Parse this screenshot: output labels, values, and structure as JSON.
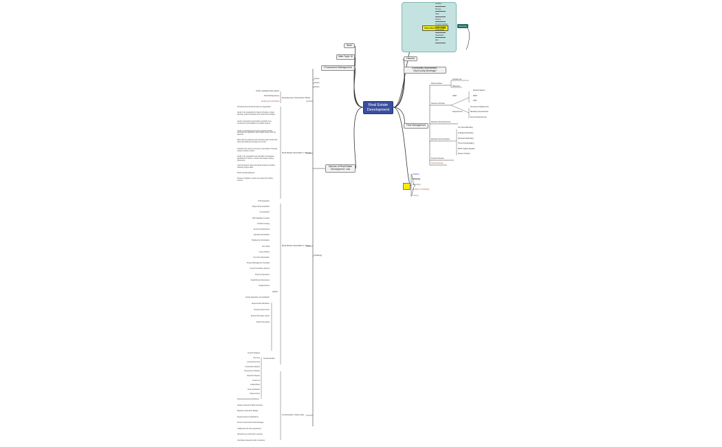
{
  "central": "Real Estate Development",
  "right": {
    "misc": "Miscellaneous Duties",
    "misc_items": [
      "Activities",
      "Process",
      "Office",
      "Finance",
      "Program Facilities",
      "Organization",
      "Stakeholder",
      "Misc"
    ],
    "summary": "Summary",
    "harvest": "Harvest",
    "community": "Community Involvement - City/County Meetings?",
    "time": "Time Management",
    "time_groups": [
      "Define Activities",
      "Sequence Activities",
      "Estimate Activity Resources",
      "Estimate Activity Durations",
      "Develop Schedule",
      "Control Schedule"
    ],
    "time_sub1": [
      "Activities List",
      "Milestones"
    ],
    "time_sub2": [
      "Network diagram",
      "PERT",
      "CPM",
      "GERT",
      "Precedence Diagramming",
      "Dependencies",
      "Mandatory Dependencies",
      "External Dependencies"
    ],
    "time_sub3": [
      "One Point Estimating",
      "Analogous Estimating",
      "Parametric Estimating",
      "Three Point Estimating",
      "PERT Analysis Equation",
      "Reserve Analysis"
    ],
    "legend": [
      "Initiating",
      "Planning",
      "Executing",
      "Monitor & Controlling",
      "Closing"
    ]
  },
  "left": {
    "work": "Work",
    "main_topic": "Main Topic 10",
    "procurement": "Procurement Management",
    "director": "Director of Real Estate Development: Lisa",
    "proj_labels": [
      "Project",
      "Project",
      "Project"
    ],
    "strategy": "Strategy",
    "dev_tech": "Development Technician: Brian",
    "dev_items": [
      "Perform Qualitative Risk Analysis",
      "Plan Risk Responses",
      "Identify and Control Risks"
    ],
    "lisa_branch": "Real Estate Specialist 1: Bonnie",
    "lisa_items": [
      "Provide Environmental Reviews for organization",
      "Assist in the preparation of project schedules, project planning, project description and construction budgets",
      "Assist in preparing and providing oversight of pre-construction and feasibility for possible projects",
      "Assist in preparing and ensuring complete funding proposals and application with multiple lenders and city agencies",
      "Work with the architects and contractors with construction plans and drawings and apply for permits",
      "Conducts site visits as necessary; track status of housing projects, prepare reports",
      "Assist in the preparation and submittal of competitive applications to finance, monitor and prepare funding documents",
      "Track all projects' dates and actual timelines including obtaining project dates",
      "Draft of all Spreadsheets",
      "Prepare compliance reports as required by funding sources"
    ],
    "spec_branch": "Real Estate Specialist 2: Travis",
    "spec_items": [
      "HUD Acquisition",
      "Single Family Acquisition",
      "Lot Acquisition",
      "CDFI Database Creation",
      "Portfolio Tracking",
      "Environmental Review",
      "Appraisal Coordination",
      "Title/Escrow Coordination",
      "Rent Rolls",
      "Lease Analysis",
      "Pro Forma Preparation",
      "Property Management Oversight",
      "Annual Compliance Reports",
      "Property Inspections",
      "Capital Needs Assessment",
      "Budget Review"
    ],
    "hud": "UHFC",
    "hud_items": [
      "Submit application and notification",
      "Request utility allocations",
      "Request project name",
      "Request third party reports",
      "Submit final packet"
    ],
    "constr": "Construction",
    "constr_items": [
      "Permits Obtained",
      "City Fees",
      "Construction Docs",
      "Construction Reports",
      "Construction Schedule",
      "Inspection Reports",
      "Punch List",
      "As-Built Plans",
      "Final Certification",
      "Closeout Docs"
    ],
    "closeout": "Construction Close Outs",
    "closeout_items": [
      "Prepare Environmental Review",
      "Obtain Construction Bid & Contracts",
      "Maintain Construction Budget",
      "Prepare Payment Applications",
      "Process Construction Draw Packages",
      "Collaborate with client department",
      "Schedule pre-construction meetings",
      "Coordinate inspections with contractors"
    ]
  }
}
